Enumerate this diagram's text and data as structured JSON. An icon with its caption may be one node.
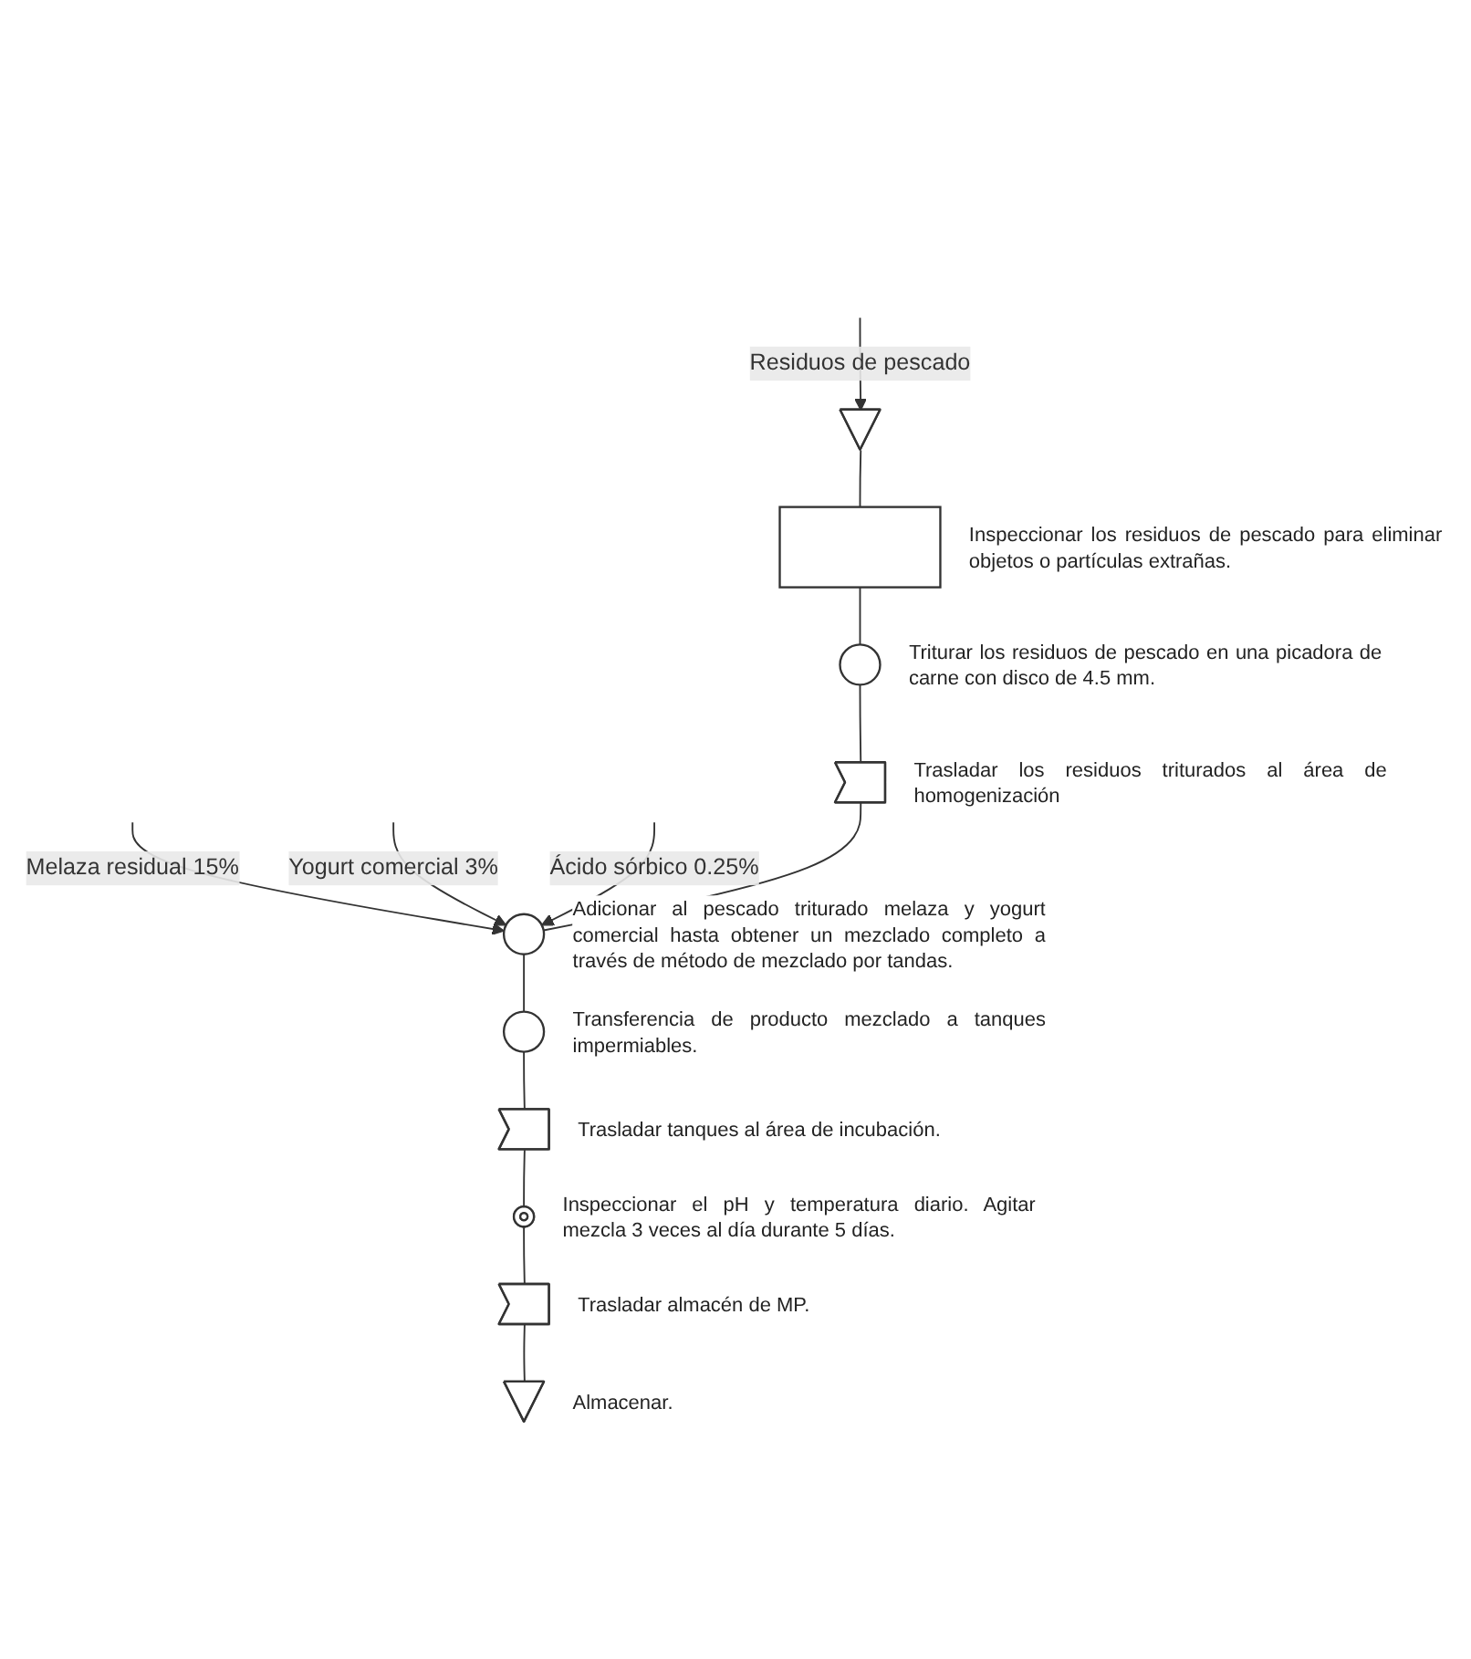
{
  "diagram": {
    "nodes": [
      {
        "text": [],
        "shape": "triangle"
      },
      {
        "text": [],
        "shape": "box",
        "beside": [
          "Inspeccionar los residuos de pescado para eliminar objetos o partículas extrañas."
        ]
      },
      {
        "text": [],
        "shape": "circle",
        "beside": [
          "Triturar los residuos de pescado en una picadora de carne con disco de 4.5 mm."
        ]
      },
      {
        "text": [],
        "shape": "arrow",
        "beside": [
          "Trasladar los residuos triturados al área de homogenización"
        ]
      },
      {
        "text": [],
        "shape": "circle",
        "beside": [
          "Adicionar al pescado triturado melaza y yogurt comercial hasta obtener un mezclado completo a través de método de mezclado por tandas."
        ]
      },
      {
        "text": [],
        "shape": "circle",
        "beside": [
          "Transferencia de producto mezclado a tanques impermiables."
        ]
      },
      {
        "text": [],
        "shape": "arrow",
        "beside": [
          "Trasladar tanques al área de incubación."
        ]
      },
      {
        "text": [],
        "shape": "circle",
        "beside": [
          "Inspeccionar el pH y temperatura diario. Agitar mezcla 3 veces al día durante 5 días."
        ]
      },
      {
        "text": [],
        "shape": "arrow",
        "beside": [
          "Trasladar almacén de MP."
        ]
      },
      {
        "text": [],
        "shape": "triangle",
        "beside": [
          "Almacenar."
        ]
      }
    ],
    "edges": [
      {
        "from": null,
        "to": 0,
        "arrow": "to",
        "label": "Residuos de pescado"
      },
      {
        "from": 0,
        "to": 1,
        "arrow": "none"
      },
      {
        "from": 1,
        "to": 2,
        "arrow": "none"
      },
      {
        "from": 2,
        "to": 3,
        "arrow": "none"
      },
      {
        "from": null,
        "to": 4,
        "arrow": "to",
        "label": "Melaza residual 15%"
      },
      {
        "from": null,
        "to": 4,
        "arrow": "to",
        "label": "Yogurt comercial 3%"
      },
      {
        "from": null,
        "to": 4,
        "arrow": "to",
        "label": "Ácido sórbico 0.25%"
      },
      {
        "from": 3,
        "to": 4,
        "arrow": "none"
      },
      {
        "from": 4,
        "to": 5,
        "arrow": "none"
      },
      {
        "from": 5,
        "to": 6,
        "arrow": "none"
      },
      {
        "from": 6,
        "to": 7,
        "arrow": "none"
      },
      {
        "from": 7,
        "to": 8,
        "arrow": "none"
      },
      {
        "from": 8,
        "to": 9,
        "arrow": "none"
      }
    ]
  }
}
